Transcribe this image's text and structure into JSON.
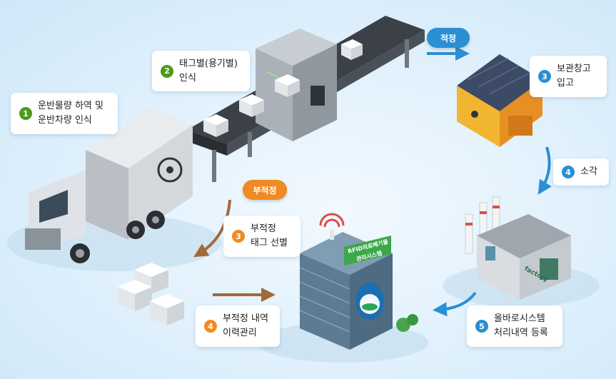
{
  "steps": {
    "s1": {
      "num": "1",
      "line1": "운반물량 하역 및",
      "line2": "운반차량 인식"
    },
    "s2": {
      "num": "2",
      "line1": "태그별(용기별)",
      "line2": "인식"
    },
    "s3": {
      "num": "3",
      "line1": "보관창고",
      "line2": "입고"
    },
    "s4": {
      "num": "4",
      "line1": "소각"
    },
    "s5": {
      "num": "5",
      "line1": "올바로시스템",
      "line2": "처리내역 등록"
    },
    "s3b": {
      "num": "3",
      "line1": "부적정",
      "line2": "태그 선별"
    },
    "s4b": {
      "num": "4",
      "line1": "부적정 내역",
      "line2": "이력관리"
    }
  },
  "pills": {
    "proper": "적정",
    "improper": "부적정"
  },
  "building": {
    "sign_line1": "RFID의료폐기물",
    "sign_line2": "관리시스템"
  },
  "factory": {
    "sign": "factory"
  },
  "colors": {
    "green": "#4c9a1c",
    "blue": "#2b8fd3",
    "orange": "#f08a24"
  }
}
